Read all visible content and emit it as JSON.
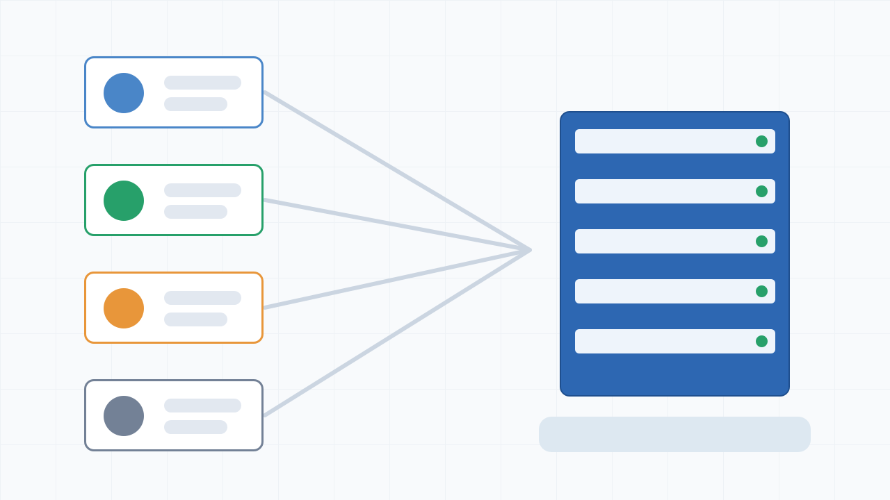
{
  "colors": {
    "background": "#f8fafc",
    "connector": "#cbd5e1",
    "placeholder_line": "#e2e8f0",
    "server_body": "#2d67b2",
    "server_slot": "#eef4fb",
    "status_ok": "#27a06a",
    "server_base": "#dde8f1"
  },
  "clients": [
    {
      "id": "client-blue",
      "color": "#4a86c8",
      "avatar_icon": "user-avatar-icon"
    },
    {
      "id": "client-green",
      "color": "#27a06a",
      "avatar_icon": "user-avatar-icon"
    },
    {
      "id": "client-orange",
      "color": "#e8963a",
      "avatar_icon": "user-avatar-icon"
    },
    {
      "id": "client-gray",
      "color": "#738196",
      "avatar_icon": "user-avatar-icon"
    }
  ],
  "server": {
    "icon": "server-rack-icon",
    "slots": [
      {
        "status": "ok"
      },
      {
        "status": "ok"
      },
      {
        "status": "ok"
      },
      {
        "status": "ok"
      },
      {
        "status": "ok"
      }
    ]
  }
}
